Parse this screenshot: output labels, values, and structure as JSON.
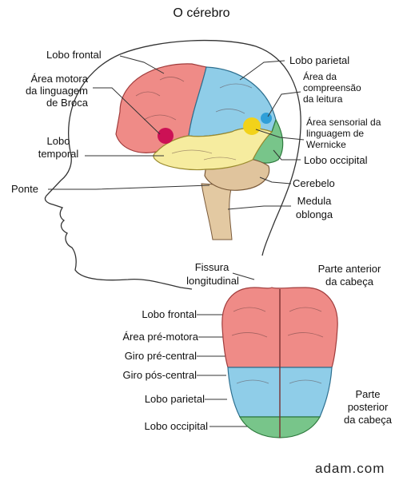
{
  "title": "O cérebro",
  "side_view": {
    "labels": {
      "frontal_lobe": "Lobo frontal",
      "motor_speech_1": "Área motora",
      "motor_speech_2": "da linguagem",
      "motor_speech_3": "de Broca",
      "temporal_1": "Lobo",
      "temporal_2": "temporal",
      "pons": "Ponte",
      "parietal": "Lobo parietal",
      "reading_1": "Área da",
      "reading_2": "compreensão",
      "reading_3": "da leitura",
      "sensory_1": "Área sensorial da",
      "sensory_2": "linguagem de",
      "sensory_3": "Wernicke",
      "occipital": "Lobo occipital",
      "cerebellum": "Cerebelo",
      "medulla_1": "Medula",
      "medulla_2": "oblonga"
    },
    "colors": {
      "frontal": "#ef8b87",
      "parietal": "#8fcde8",
      "temporal": "#f6ec9f",
      "occipital": "#78c58a",
      "cerebellum": "#e0c49d",
      "broca": "#cc1155",
      "wernicke": "#f2d21a",
      "reading": "#2f9fd8"
    }
  },
  "top_view": {
    "labels": {
      "fissure_1": "Fissura",
      "fissure_2": "longitudinal",
      "front_1": "Parte  anterior",
      "front_2": "da cabeça",
      "frontal": "Lobo frontal",
      "premotor": "Área pré-motora",
      "precentral": "Giro pré-central",
      "postcentral": "Giro pós-central",
      "parietal": "Lobo parietal",
      "occipital": "Lobo occipital",
      "back_1": "Parte",
      "back_2": "posterior",
      "back_3": "da cabeça"
    }
  },
  "brand": "adam.com"
}
